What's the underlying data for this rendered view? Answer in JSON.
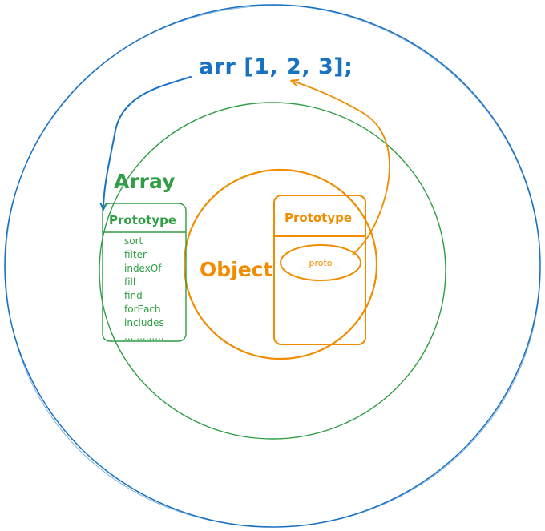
{
  "colors": {
    "blue": "#1971c2",
    "green": "#2f9e44",
    "orange": "#f08c00"
  },
  "code": {
    "expression": "arr [1, 2, 3];"
  },
  "array": {
    "label": "Array",
    "prototype_title": "Prototype",
    "methods": [
      "sort",
      "filter",
      "indexOf",
      "fill",
      "find",
      "forEach",
      "includes",
      "............."
    ]
  },
  "object": {
    "label": "Object",
    "prototype_title": "Prototype",
    "proto_key": "__proto__"
  }
}
